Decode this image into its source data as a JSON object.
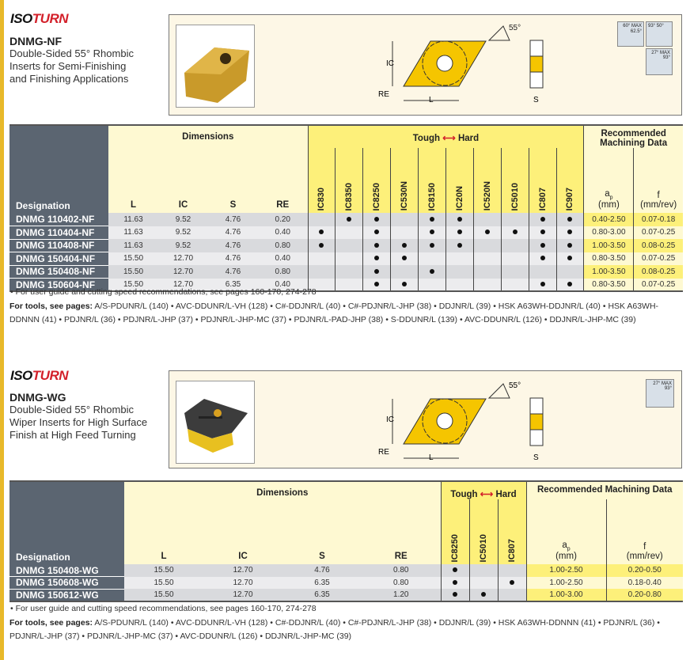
{
  "brand": {
    "iso": "ISO",
    "turn": "TURN"
  },
  "nf": {
    "title": "DNMG-NF",
    "desc": [
      "Double-Sided 55° Rhombic",
      "Inserts for Semi-Finishing",
      "and Finishing Applications"
    ],
    "figure": {
      "angle": "55°",
      "ic": "IC",
      "re": "RE",
      "l": "L",
      "s": "S",
      "tool_labels": [
        "60° MAX",
        "62.5°",
        "93°",
        "50°",
        "27° MAX",
        "93°"
      ]
    },
    "headers": {
      "designation": "Designation",
      "dimensions": "Dimensions",
      "dims": [
        "L",
        "IC",
        "S",
        "RE"
      ],
      "tough": "Tough",
      "hard": "Hard",
      "machining": "Recommended Machining Data",
      "ap": "ap",
      "ap_sub": "p",
      "ap_unit": "(mm)",
      "f": "f",
      "f_unit": "(mm/rev)"
    },
    "grades": [
      "IC830",
      "IC8350",
      "IC8250",
      "IC530N",
      "IC8150",
      "IC20N",
      "IC520N",
      "IC5010",
      "IC807",
      "IC907"
    ],
    "rows": [
      {
        "name": "DNMG 110402-NF",
        "dims": [
          "11.63",
          "9.52",
          "4.76",
          "0.20"
        ],
        "avail": [
          0,
          1,
          1,
          0,
          1,
          1,
          0,
          0,
          1,
          1
        ],
        "ap": "0.40-2.50",
        "f": "0.07-0.18"
      },
      {
        "name": "DNMG 110404-NF",
        "dims": [
          "11.63",
          "9.52",
          "4.76",
          "0.40"
        ],
        "avail": [
          1,
          0,
          1,
          0,
          1,
          1,
          1,
          1,
          1,
          1
        ],
        "ap": "0.80-3.00",
        "f": "0.07-0.25"
      },
      {
        "name": "DNMG 110408-NF",
        "dims": [
          "11.63",
          "9.52",
          "4.76",
          "0.80"
        ],
        "avail": [
          1,
          0,
          1,
          1,
          1,
          1,
          0,
          0,
          1,
          1
        ],
        "ap": "1.00-3.50",
        "f": "0.08-0.25"
      },
      {
        "name": "DNMG 150404-NF",
        "dims": [
          "15.50",
          "12.70",
          "4.76",
          "0.40"
        ],
        "avail": [
          0,
          0,
          1,
          1,
          0,
          0,
          0,
          0,
          1,
          1
        ],
        "ap": "0.80-3.50",
        "f": "0.07-0.25"
      },
      {
        "name": "DNMG 150408-NF",
        "dims": [
          "15.50",
          "12.70",
          "4.76",
          "0.80"
        ],
        "avail": [
          0,
          0,
          1,
          0,
          1,
          0,
          0,
          0,
          0,
          0
        ],
        "ap": "1.00-3.50",
        "f": "0.08-0.25"
      },
      {
        "name": "DNMG 150604-NF",
        "dims": [
          "15.50",
          "12.70",
          "6.35",
          "0.40"
        ],
        "avail": [
          0,
          0,
          1,
          1,
          0,
          0,
          0,
          0,
          1,
          1
        ],
        "ap": "0.80-3.50",
        "f": "0.07-0.25"
      }
    ],
    "note": "• For user guide and cutting speed recommendations, see pages 160-170, 274-278",
    "tools_label": "For tools, see pages:",
    "tools": "A/S-PDUNR/L (140) • AVC-DDUNR/L-VH (128) • C#-DDJNR/L (40) • C#-PDJNR/L-JHP (38) • DDJNR/L (39) • HSK A63WH-DDJNR/L (40) • HSK A63WH-DDNNN (41) • PDJNR/L (36) • PDJNR/L-JHP (37) • PDJNR/L-JHP-MC (37) • PDJNR/L-PAD-JHP (38) • S-DDUNR/L (139) • AVC-DDUNR/L (126) • DDJNR/L-JHP-MC (39)"
  },
  "wg": {
    "title": "DNMG-WG",
    "desc": [
      "Double-Sided 55° Rhombic",
      "Wiper Inserts for High Surface",
      "Finish at High Feed Turning"
    ],
    "figure": {
      "angle": "55°",
      "ic": "IC",
      "re": "RE",
      "l": "L",
      "s": "S",
      "tool_labels": [
        "27° MAX",
        "93°"
      ]
    },
    "grades": [
      "IC8250",
      "IC5010",
      "IC807"
    ],
    "rows": [
      {
        "name": "DNMG 150408-WG",
        "dims": [
          "15.50",
          "12.70",
          "4.76",
          "0.80"
        ],
        "avail": [
          1,
          0,
          0
        ],
        "ap": "1.00-2.50",
        "f": "0.20-0.50"
      },
      {
        "name": "DNMG 150608-WG",
        "dims": [
          "15.50",
          "12.70",
          "6.35",
          "0.80"
        ],
        "avail": [
          1,
          0,
          1
        ],
        "ap": "1.00-2.50",
        "f": "0.18-0.40"
      },
      {
        "name": "DNMG 150612-WG",
        "dims": [
          "15.50",
          "12.70",
          "6.35",
          "1.20"
        ],
        "avail": [
          1,
          1,
          0
        ],
        "ap": "1.00-3.00",
        "f": "0.20-0.80"
      }
    ],
    "note": "• For user guide and cutting speed recommendations, see pages 160-170, 274-278",
    "tools_label": "For tools, see pages:",
    "tools": "A/S-PDUNR/L (140) • AVC-DDUNR/L-VH (128) • C#-DDJNR/L (40) • C#-PDJNR/L-JHP (38) • DDJNR/L (39) • HSK A63WH-DDNNN (41) • PDJNR/L (36) • PDJNR/L-JHP (37) • PDJNR/L-JHP-MC (37) • AVC-DDUNR/L (126) • DDJNR/L-JHP-MC (39)"
  }
}
